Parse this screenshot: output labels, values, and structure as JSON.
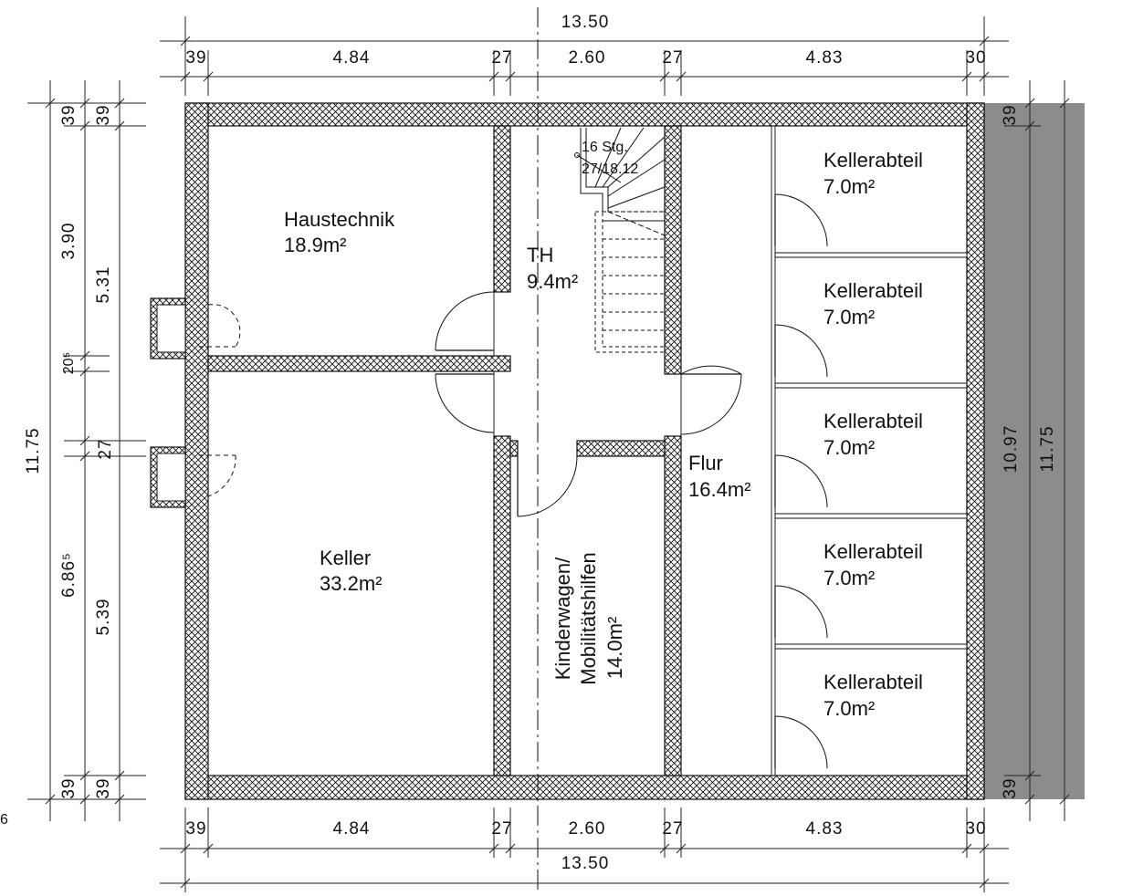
{
  "dimensions": {
    "top_total": "13.50",
    "top_segments": [
      "39",
      "4.84",
      "27",
      "2.60",
      "27",
      "4.83",
      "30"
    ],
    "bottom_segments": [
      "39",
      "4.84",
      "27",
      "2.60",
      "27",
      "4.83",
      "30"
    ],
    "bottom_total": "13.50",
    "left_total": "11.75",
    "left_outer": [
      "39",
      "3.90",
      "20⁵",
      "27",
      "6.86⁵",
      "39"
    ],
    "left_inner": [
      "39",
      "5.31",
      "5.39",
      "39"
    ],
    "right_top": "39",
    "right_inner": "10.97",
    "right_total": "11.75",
    "right_bottom": "39"
  },
  "stair": {
    "steps": "16 Stg.",
    "ratio": "27/18.12"
  },
  "rooms": [
    {
      "name": "Haustechnik",
      "area": "18.9m²"
    },
    {
      "name": "TH",
      "area": "9.4m²"
    },
    {
      "name": "Keller",
      "area": "33.2m²"
    },
    {
      "name": "Flur",
      "area": "16.4m²"
    },
    {
      "name": "Kinderwagen/",
      "name2": "Mobilitätshilfen",
      "area": "14.0m²"
    },
    {
      "name": "Kellerabteil",
      "area": "7.0m²"
    },
    {
      "name": "Kellerabteil",
      "area": "7.0m²"
    },
    {
      "name": "Kellerabteil",
      "area": "7.0m²"
    },
    {
      "name": "Kellerabteil",
      "area": "7.0m²"
    },
    {
      "name": "Kellerabteil",
      "area": "7.0m²"
    }
  ],
  "margin_mark": "6",
  "colors": {
    "wall_hatch": "#111111",
    "adjacent_building": "#8c8c8c"
  }
}
